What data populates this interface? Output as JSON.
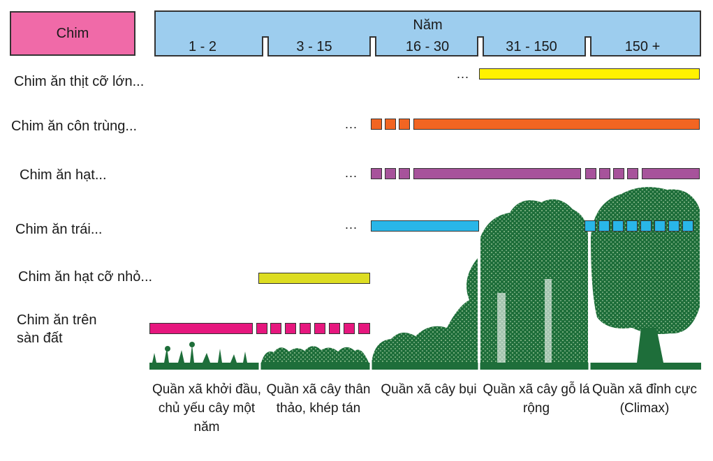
{
  "header": {
    "chim_label": "Chim",
    "nam_label": "Năm",
    "periods": [
      "1 - 2",
      "3 - 15",
      "16 - 30",
      "31 - 150",
      "150 +"
    ]
  },
  "birds": [
    {
      "label": "Chim ăn thịt cỡ lớn...",
      "color": "#fff200",
      "lead_dots": "..."
    },
    {
      "label": "Chim ăn côn trùng...",
      "color": "#f26522",
      "lead_dots": "..."
    },
    {
      "label": "Chim ăn hạt...",
      "color": "#a7539b",
      "lead_dots": "..."
    },
    {
      "label": "Chim ăn trái...",
      "color": "#29b6e8",
      "lead_dots": "..."
    },
    {
      "label": "Chim ăn hạt cỡ nhỏ...",
      "color": "#dddd22",
      "lead_dots": ""
    },
    {
      "label": "Chim ăn trên sàn đất",
      "color": "#e6177e",
      "lead_dots": ""
    }
  ],
  "stages": [
    {
      "label": "Quần xã khởi đầu, chủ yếu cây một năm"
    },
    {
      "label": "Quần xã cây thân thảo, khép tán"
    },
    {
      "label": "Quần xã cây bụi"
    },
    {
      "label": "Quần xã cây gỗ lá rộng"
    },
    {
      "label": "Quần xã đỉnh cực (Climax)"
    }
  ],
  "colors": {
    "header_fill": "#9dcdee",
    "chim_fill": "#f06aa8",
    "vegetation": "#1e6e3a"
  }
}
